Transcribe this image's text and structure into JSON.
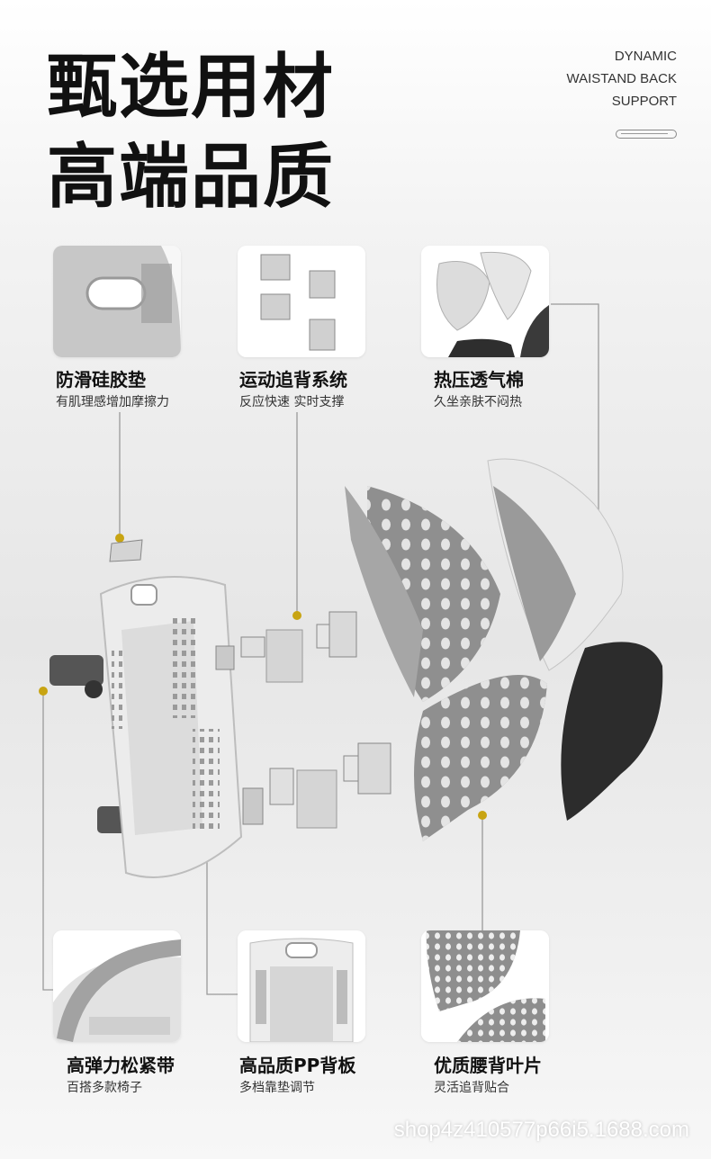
{
  "heading": {
    "line1": "甄选用材",
    "line2": "高端品质"
  },
  "english": {
    "line1": "DYNAMIC",
    "line2": "WAISTAND BACK",
    "line3": "SUPPORT"
  },
  "colors": {
    "accent_dot": "#c8a412",
    "line": "#9a9a9a"
  },
  "features": [
    {
      "title": "防滑硅胶垫",
      "subtitle": "有肌理感增加摩擦力",
      "icon": "silicone-pad-thumbnail"
    },
    {
      "title": "运动追背系统",
      "subtitle": "反应快速 实时支撑",
      "icon": "hinge-parts-thumbnail"
    },
    {
      "title": "热压透气棉",
      "subtitle": "久坐亲肤不闷热",
      "icon": "foam-cushion-thumbnail"
    },
    {
      "title": "高弹力松紧带",
      "subtitle": "百搭多款椅子",
      "icon": "elastic-strap-thumbnail"
    },
    {
      "title": "高品质PP背板",
      "subtitle": "多档靠垫调节",
      "icon": "pp-backplate-thumbnail"
    },
    {
      "title": "优质腰背叶片",
      "subtitle": "灵活追背贴合",
      "icon": "back-leaf-thumbnail"
    }
  ],
  "watermark": "shop4z410577p66i5.1688.com"
}
